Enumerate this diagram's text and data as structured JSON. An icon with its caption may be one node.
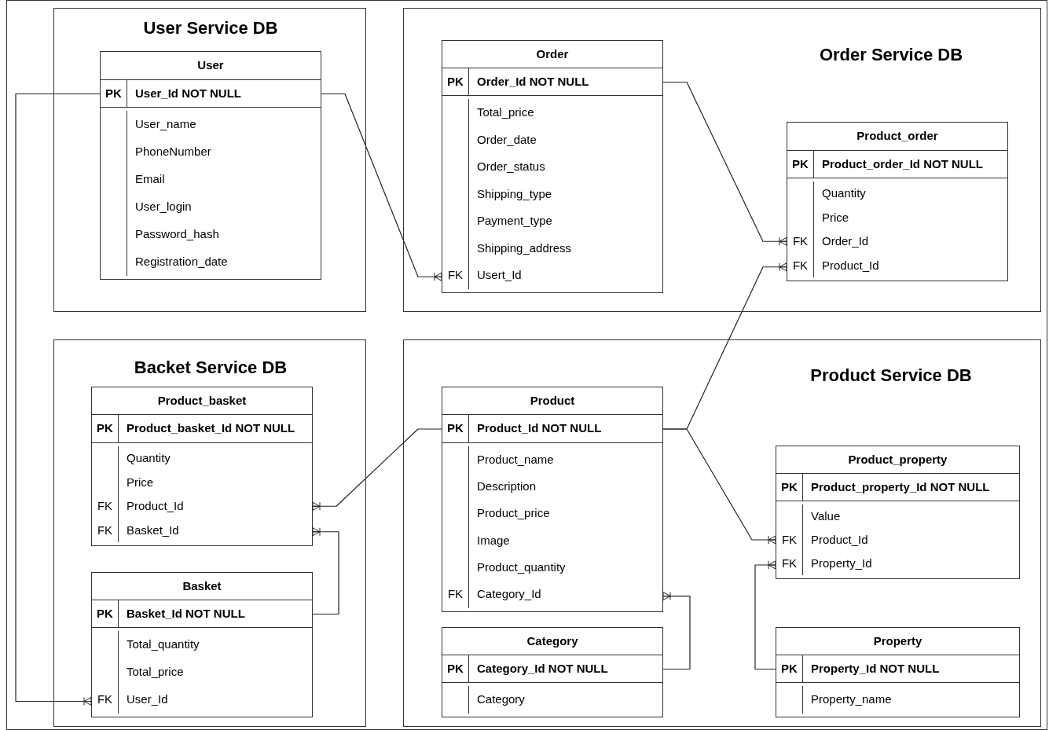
{
  "diagram": {
    "nodes": [
      {
        "text": [
          "User Service DB"
        ]
      },
      {
        "text": [
          "User",
          "PK",
          "User_Id NOT NULL",
          "User_name",
          "PhoneNumber",
          "Email",
          "User_login",
          "Password_hash",
          "Registration_date"
        ],
        "in": 0
      },
      {
        "text": [
          "Order Service DB"
        ]
      },
      {
        "text": [
          "Order",
          "PK",
          "Order_Id NOT NULL",
          "Total_price",
          "Order_date",
          "Order_status",
          "Shipping_type",
          "Payment_type",
          "Shipping_address",
          "FK",
          "Usert_Id"
        ],
        "in": 2
      },
      {
        "text": [
          "Product_order",
          "PK",
          "Product_order_Id NOT NULL",
          "Quantity",
          "Price",
          "FK",
          "Order_Id",
          "FK",
          "Product_Id"
        ],
        "in": 2
      },
      {
        "text": [
          "Backet Service DB"
        ]
      },
      {
        "text": [
          "Product_basket",
          "PK",
          "Product_basket_Id NOT NULL",
          "Quantity",
          "Price",
          "FK",
          "Product_Id",
          "FK",
          "Basket_Id"
        ],
        "in": 5
      },
      {
        "text": [
          "Basket",
          "PK",
          "Basket_Id NOT NULL",
          "Total_quantity",
          "Total_price",
          "FK",
          "User_Id"
        ],
        "in": 5
      },
      {
        "text": [
          "Product Service DB"
        ]
      },
      {
        "text": [
          "Product",
          "PK",
          "Product_Id NOT NULL",
          "Product_name",
          "Description",
          "Product_price",
          "Image",
          "Product_quantity",
          "FK",
          "Category_Id"
        ],
        "in": 8
      },
      {
        "text": [
          "Category",
          "PK",
          "Category_Id NOT NULL",
          "Category"
        ],
        "in": 8
      },
      {
        "text": [
          "Product_property",
          "PK",
          "Product_property_Id NOT NULL",
          "Value",
          "FK",
          "Product_Id",
          "FK",
          "Property_Id"
        ],
        "in": 8
      },
      {
        "text": [
          "Property",
          "PK",
          "Property_Id NOT NULL",
          "Property_name"
        ],
        "in": 8
      }
    ],
    "edges": [
      {
        "from": 1,
        "to": 3,
        "arrow": "other"
      },
      {
        "from": 3,
        "to": 4,
        "arrow": "other"
      },
      {
        "from": 9,
        "to": 4,
        "arrow": "other"
      },
      {
        "from": 1,
        "to": 7,
        "arrow": "other"
      },
      {
        "from": 9,
        "to": 6,
        "arrow": "other"
      },
      {
        "from": 7,
        "to": 6,
        "arrow": "other"
      },
      {
        "from": 9,
        "to": 11,
        "arrow": "other"
      },
      {
        "from": 10,
        "to": 9,
        "arrow": "other"
      },
      {
        "from": 12,
        "to": 11,
        "arrow": "other"
      }
    ]
  }
}
